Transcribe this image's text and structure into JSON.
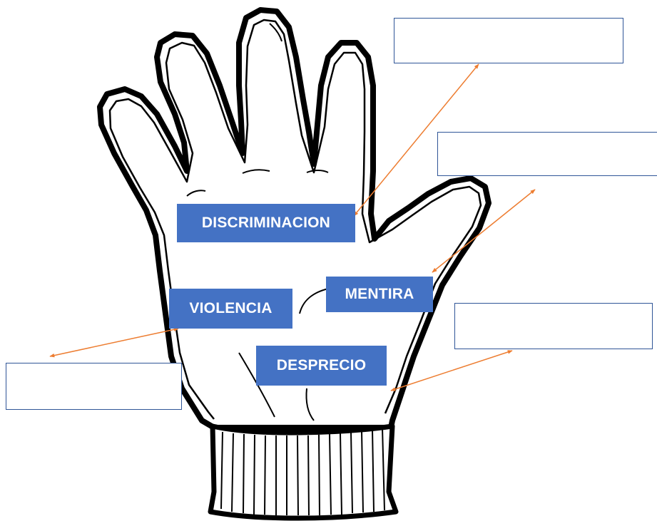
{
  "labels": {
    "discriminacion": "DISCRIMINACION",
    "violencia": "VIOLENCIA",
    "mentira": "MENTIRA",
    "desprecio": "DESPRECIO"
  },
  "answer_boxes": [
    "",
    "",
    "",
    ""
  ],
  "colors": {
    "label_fill": "#4472C4",
    "label_text": "#FFFFFF",
    "box_border": "#2F5597",
    "arrow": "#ED7D31",
    "outline": "#000000"
  }
}
